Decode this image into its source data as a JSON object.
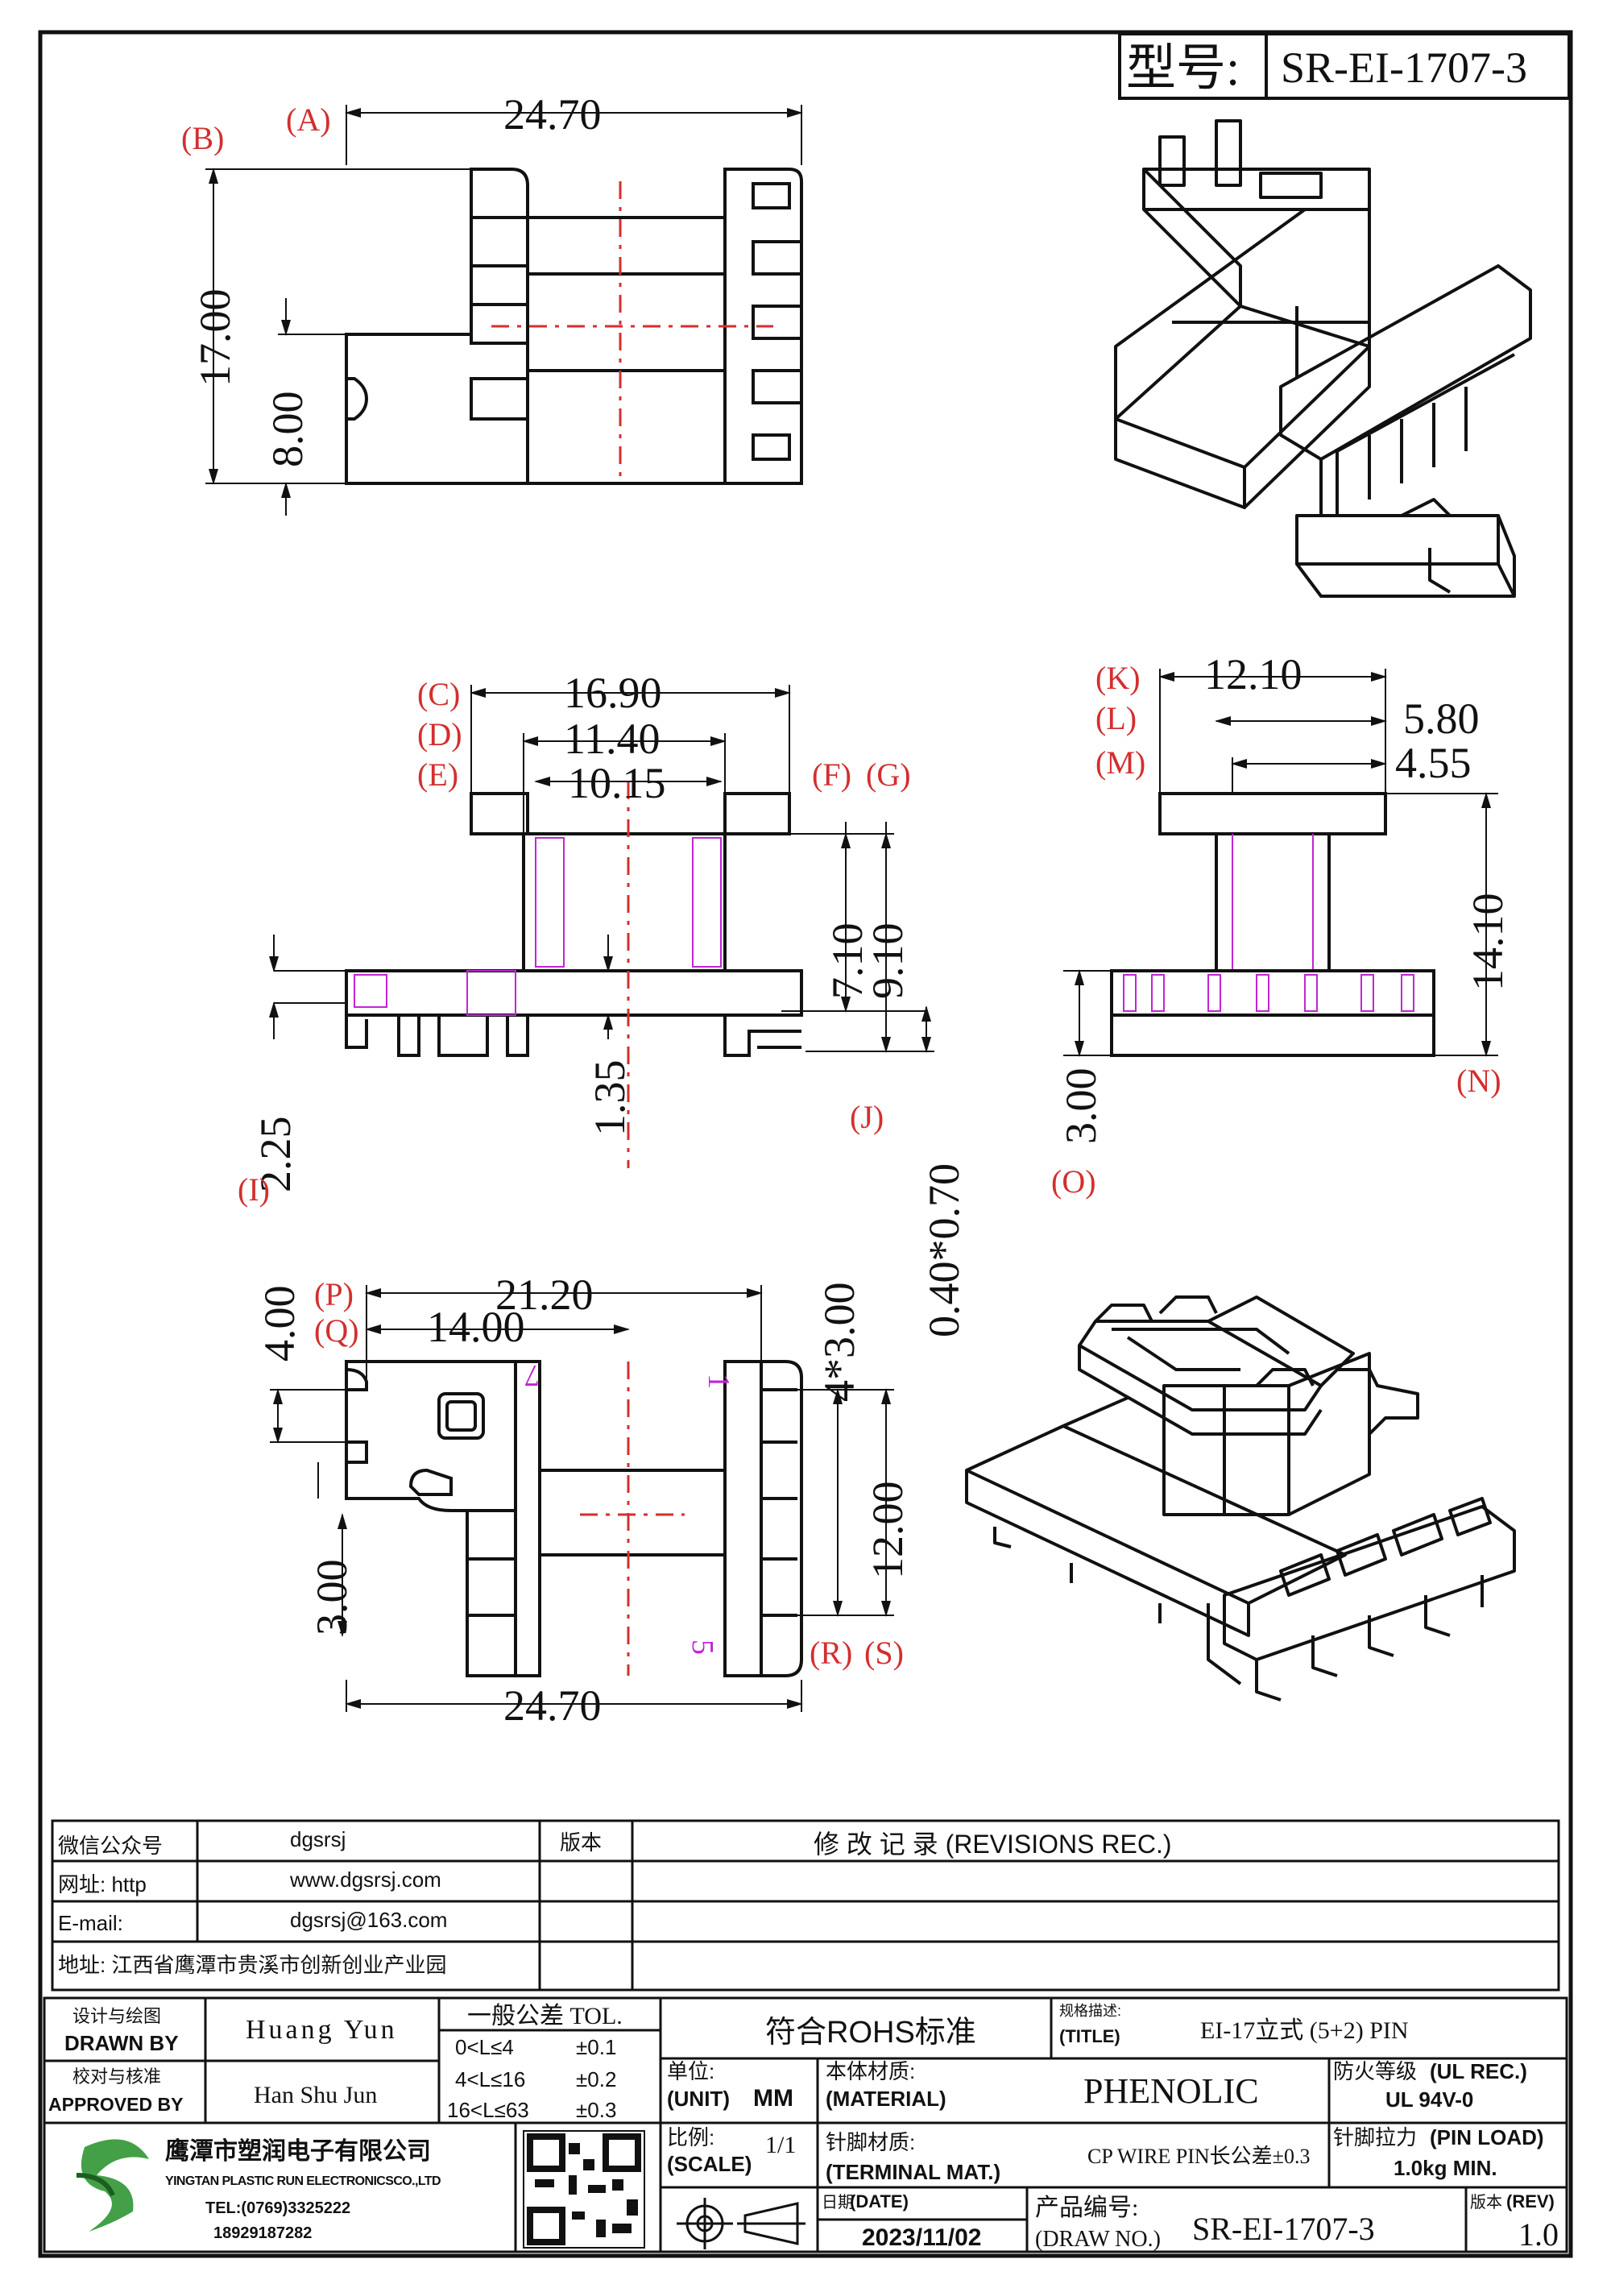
{
  "header": {
    "model_label": "型号:",
    "model_value": "SR-EI-1707-3"
  },
  "drawing": {
    "top_view": {
      "dim_width": "24.70",
      "dim_height": "17.00",
      "dim_half": "8.00",
      "ref_a": "(A)",
      "ref_b": "(B)"
    },
    "front_view": {
      "dim_c": "16.90",
      "dim_d": "11.40",
      "dim_e": "10.15",
      "dim_f": "7.10",
      "dim_g": "9.10",
      "dim_i": "2.25",
      "dim_h": "1.35",
      "dim_j": "0.40*0.70",
      "ref_c": "(C)",
      "ref_d": "(D)",
      "ref_e": "(E)",
      "ref_f": "(F)",
      "ref_g": "(G)",
      "ref_i": "(I)",
      "ref_j": "(J)"
    },
    "side_view": {
      "dim_k": "12.10",
      "dim_l": "5.80",
      "dim_m": "4.55",
      "dim_n": "14.10",
      "dim_o": "3.00",
      "ref_k": "(K)",
      "ref_l": "(L)",
      "ref_m": "(M)",
      "ref_n": "(N)",
      "ref_o": "(O)"
    },
    "bottom_view": {
      "dim_p": "21.20",
      "dim_q": "14.00",
      "dim_top": "4.00",
      "dim_pitch": "4*3.00",
      "dim_span": "12.00",
      "dim_left": "3.00",
      "dim_width": "24.70",
      "pin_7": "7",
      "pin_1": "1",
      "pin_5": "5",
      "ref_p": "(P)",
      "ref_q": "(Q)",
      "ref_r": "(R)",
      "ref_s": "(S)"
    }
  },
  "revisions": {
    "wechat_label": "微信公众号",
    "wechat_value": "dgsrsj",
    "web_label": "网址: http",
    "web_value": "www.dgsrsj.com",
    "email_label": "E-mail:",
    "email_value": "dgsrsj@163.com",
    "address_label": "地址: 江西省鹰潭市贵溪市创新创业产业园",
    "version_col": "版本",
    "rev_title": "修 改 记 录 (REVISIONS REC.)"
  },
  "title_block": {
    "designed_cn": "设计与绘图",
    "designed_en": "DRAWN BY",
    "designer": "Huang Yun",
    "approved_cn": "校对与核准",
    "approved_en": "APPROVED BY",
    "approver": "Han Shu Jun",
    "tol_title": "一般公差 TOL.",
    "tol_rows": [
      {
        "range": "0<L≤4",
        "tol": "±0.1"
      },
      {
        "range": "4<L≤16",
        "tol": "±0.2"
      },
      {
        "range": "16<L≤63",
        "tol": "±0.3"
      }
    ],
    "rohs": "符合ROHS标准",
    "spec_cn": "规格描述:",
    "spec_en": "(TITLE)",
    "spec_value": "EI-17立式 (5+2) PIN",
    "unit_cn": "单位:",
    "unit_en": "(UNIT)",
    "unit_value": "MM",
    "material_cn": "本体材质:",
    "material_en": "(MATERIAL)",
    "material_value": "PHENOLIC",
    "flame_cn": "防火等级",
    "flame_en": "(UL REC.)",
    "flame_value": "UL 94V-0",
    "scale_cn": "比例:",
    "scale_en": "(SCALE)",
    "scale_value": "1/1",
    "terminal_cn": "针脚材质:",
    "terminal_en": "(TERMINAL MAT.)",
    "terminal_value": "CP WIRE  PIN长公差±0.3",
    "pinload_cn": "针脚拉力",
    "pinload_en": "(PIN LOAD)",
    "pinload_value": "1.0kg MIN.",
    "date_cn": "日期",
    "date_en": "(DATE)",
    "date_value": "2023/11/02",
    "drawno_cn": "产品编号:",
    "drawno_en": "(DRAW NO.)",
    "drawno_value": "SR-EI-1707-3",
    "rev_cn": "版本",
    "rev_en": "(REV)",
    "rev_value": "1.0",
    "company_cn": "鹰潭市塑润电子有限公司",
    "company_en": "YINGTAN PLASTIC RUN ELECTRONICSCO.,LTD",
    "tel": "TEL:(0769)3325222",
    "mobile": "18929187282"
  }
}
